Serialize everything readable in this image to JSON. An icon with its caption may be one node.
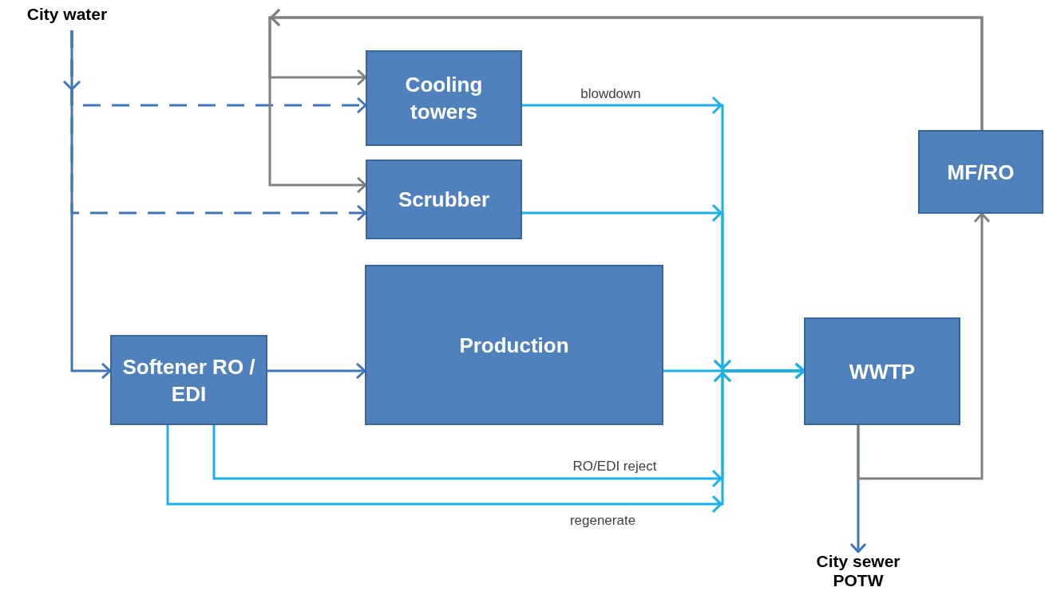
{
  "diagram": {
    "nodes": [
      {
        "text": [
          "City water"
        ]
      },
      {
        "text": [
          "Cooling towers"
        ]
      },
      {
        "text": [
          "Scrubber"
        ]
      },
      {
        "text": [
          "Softener RO / EDI"
        ]
      },
      {
        "text": [
          "Production"
        ]
      },
      {
        "text": [
          "WWTP"
        ]
      },
      {
        "text": [
          "MF/RO"
        ]
      },
      {
        "text": [
          "City sewer POTW"
        ]
      }
    ],
    "edges": [
      {
        "from": 0,
        "to": 1,
        "arrow": "to",
        "style": "dashed",
        "color": "#3f76bd"
      },
      {
        "from": 0,
        "to": 2,
        "arrow": "to",
        "style": "dashed",
        "color": "#3f76bd"
      },
      {
        "from": 0,
        "to": 3,
        "arrow": "to",
        "color": "#3f76bd"
      },
      {
        "from": 3,
        "to": 4,
        "arrow": "to",
        "color": "#3f76bd"
      },
      {
        "from": 1,
        "to": 5,
        "arrow": "to",
        "label": "blowdown"
      },
      {
        "from": 2,
        "to": 5,
        "arrow": "to"
      },
      {
        "from": 4,
        "to": 5,
        "arrow": "to"
      },
      {
        "from": 3,
        "to": 5,
        "arrow": "to",
        "label": "RO/EDI reject"
      },
      {
        "from": 3,
        "to": 5,
        "arrow": "to",
        "label": "regenerate"
      },
      {
        "from": 5,
        "to": 7,
        "arrow": "to",
        "color": "#3f76bd"
      },
      {
        "from": 5,
        "to": 6,
        "arrow": "to",
        "color": "#808080"
      },
      {
        "from": 6,
        "to": 1,
        "arrow": "to",
        "color": "#808080"
      },
      {
        "from": 6,
        "to": 2,
        "arrow": "to",
        "color": "#808080"
      }
    ]
  }
}
